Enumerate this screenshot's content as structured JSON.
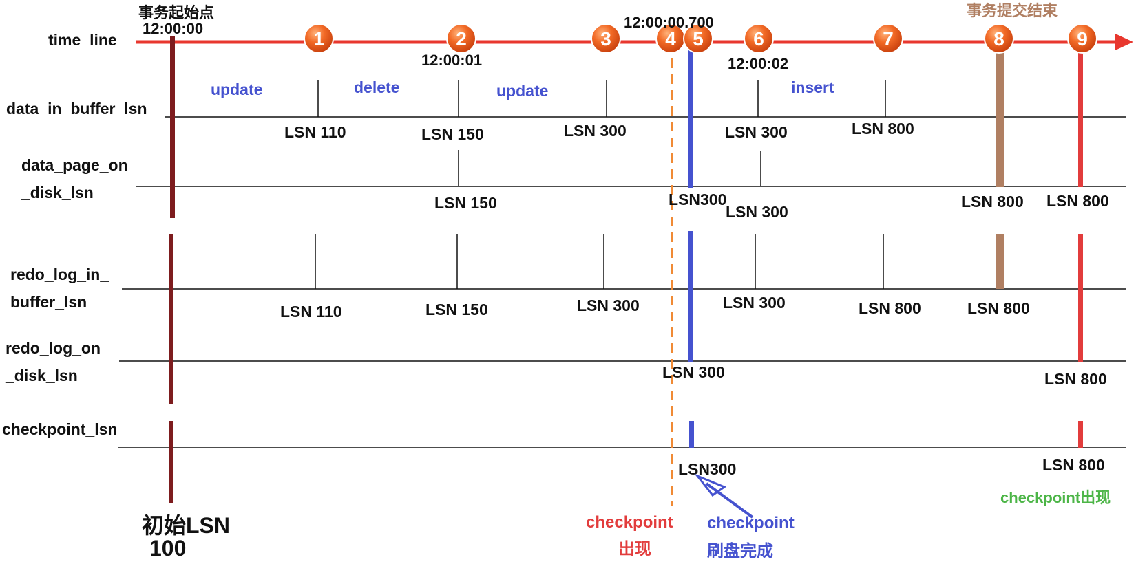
{
  "colors": {
    "timeline": "#e8372e",
    "dark_red": "#7d1c1e",
    "blue": "#4552cf",
    "brown": "#b07f62",
    "red": "#e23c3c",
    "green": "#4cb547",
    "orange_dash": "#f08a35",
    "black": "#111111"
  },
  "rows": {
    "time_line": "time_line",
    "data_in_buffer": "data_in_buffer_lsn",
    "data_page_on_1": "data_page_on",
    "data_page_on_2": "_disk_lsn",
    "redo_log_in_1": "redo_log_in_",
    "redo_log_in_2": "buffer_lsn",
    "redo_log_on_1": "redo_log_on",
    "redo_log_on_2": "_disk_lsn",
    "checkpoint": "checkpoint_lsn"
  },
  "start": {
    "title": "事务起始点",
    "time": "12:00:00",
    "initial_lsn_1": "初始LSN",
    "initial_lsn_2": "100"
  },
  "commit_label": "事务提交结束",
  "times": {
    "t2": "12:00:01",
    "t4": "12:00:00.700",
    "t6": "12:00:02"
  },
  "markers": [
    "1",
    "2",
    "3",
    "4",
    "5",
    "6",
    "7",
    "8",
    "9"
  ],
  "ops": {
    "op1": "update",
    "op2": "delete",
    "op3": "update",
    "op4": "insert"
  },
  "data_in_buffer_lsn": {
    "m1": "LSN 110",
    "m2": "LSN 150",
    "m3": "LSN 300",
    "m6": "LSN 300",
    "m7": "LSN 800"
  },
  "data_page_on_disk_lsn": {
    "m2": "LSN 150",
    "m5": "LSN300",
    "m6": "LSN 300",
    "m8": "LSN 800",
    "m9": "LSN 800"
  },
  "redo_log_in_buffer_lsn": {
    "m1": "LSN 110",
    "m2": "LSN 150",
    "m3": "LSN 300",
    "m6": "LSN 300",
    "m7": "LSN 800",
    "m8": "LSN 800"
  },
  "redo_log_on_disk_lsn": {
    "m5": "LSN 300",
    "m9": "LSN 800"
  },
  "checkpoint_lsn": {
    "m5": "LSN300",
    "m9": "LSN 800"
  },
  "annotations": {
    "checkpoint_appear_1": "checkpoint",
    "checkpoint_appear_2": "出现",
    "checkpoint_flush_1": "checkpoint",
    "checkpoint_flush_2": "刷盘完成",
    "checkpoint_appear_green": "checkpoint出现"
  }
}
